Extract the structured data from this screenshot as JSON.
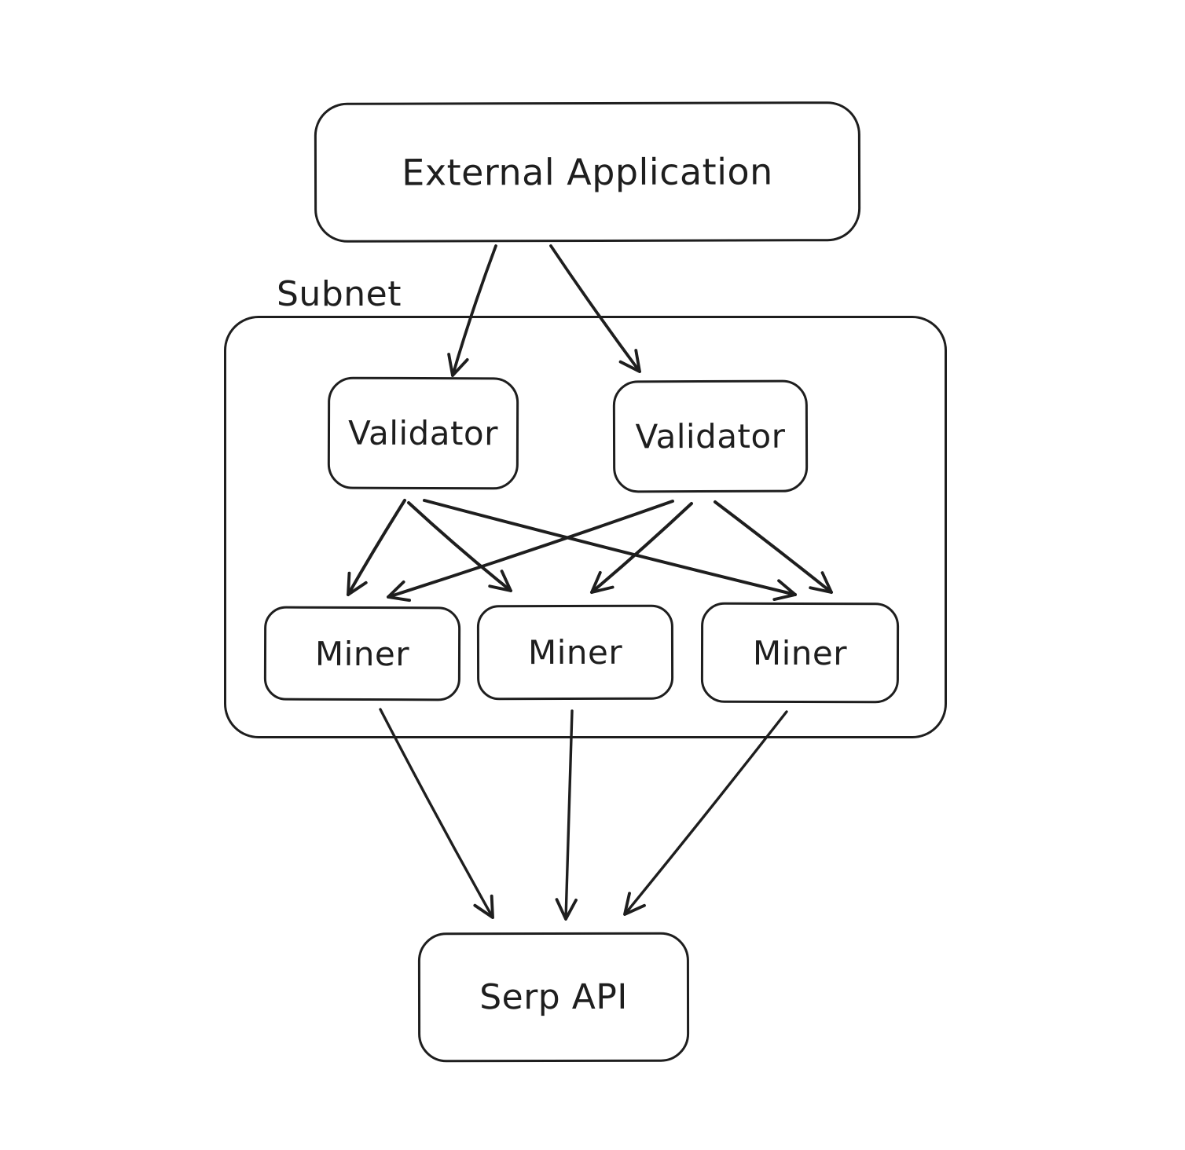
{
  "canvas": {
    "background_color": "#ffffff",
    "stroke_color": "#1e1e1e",
    "style": "hand-drawn-sketch"
  },
  "nodes": {
    "external_application": {
      "label": "External Application"
    },
    "subnet": {
      "label": "Subnet"
    },
    "validator_left": {
      "label": "Validator"
    },
    "validator_right": {
      "label": "Validator"
    },
    "miner_left": {
      "label": "Miner"
    },
    "miner_center": {
      "label": "Miner"
    },
    "miner_right": {
      "label": "Miner"
    },
    "serp_api": {
      "label": "Serp API"
    }
  },
  "edges": [
    {
      "from": "external_application",
      "to": "validator_left"
    },
    {
      "from": "external_application",
      "to": "validator_right"
    },
    {
      "from": "validator_left",
      "to": "miner_left"
    },
    {
      "from": "validator_left",
      "to": "miner_center"
    },
    {
      "from": "validator_left",
      "to": "miner_right"
    },
    {
      "from": "validator_right",
      "to": "miner_left"
    },
    {
      "from": "validator_right",
      "to": "miner_center"
    },
    {
      "from": "validator_right",
      "to": "miner_right"
    },
    {
      "from": "miner_left",
      "to": "serp_api"
    },
    {
      "from": "miner_center",
      "to": "serp_api"
    },
    {
      "from": "miner_right",
      "to": "serp_api"
    }
  ]
}
